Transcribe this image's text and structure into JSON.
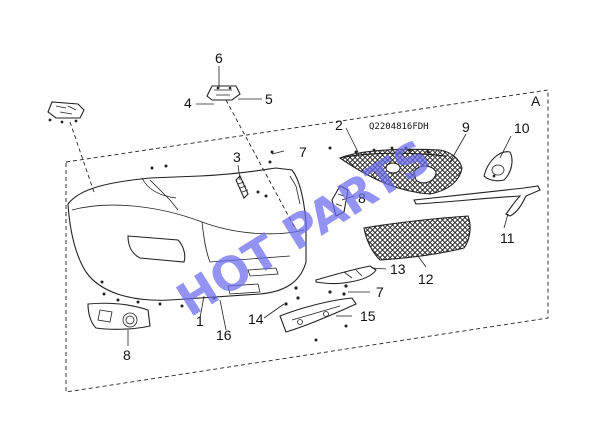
{
  "diagram": {
    "view_letter": "A",
    "part_code": "Q2204816FDH",
    "watermark": "HOT PARTS",
    "callouts": [
      {
        "id": "c1",
        "text": "1"
      },
      {
        "id": "c2",
        "text": "2"
      },
      {
        "id": "c3",
        "text": "3"
      },
      {
        "id": "c4",
        "text": "4"
      },
      {
        "id": "c5",
        "text": "5"
      },
      {
        "id": "c6",
        "text": "6"
      },
      {
        "id": "c7a",
        "text": "7"
      },
      {
        "id": "c7b",
        "text": "7"
      },
      {
        "id": "c8a",
        "text": "8"
      },
      {
        "id": "c8b",
        "text": "8"
      },
      {
        "id": "c9",
        "text": "9"
      },
      {
        "id": "c10",
        "text": "10"
      },
      {
        "id": "c11",
        "text": "11"
      },
      {
        "id": "c12",
        "text": "12"
      },
      {
        "id": "c13",
        "text": "13"
      },
      {
        "id": "c14",
        "text": "14"
      },
      {
        "id": "c15",
        "text": "15"
      },
      {
        "id": "c16",
        "text": "16"
      }
    ]
  }
}
